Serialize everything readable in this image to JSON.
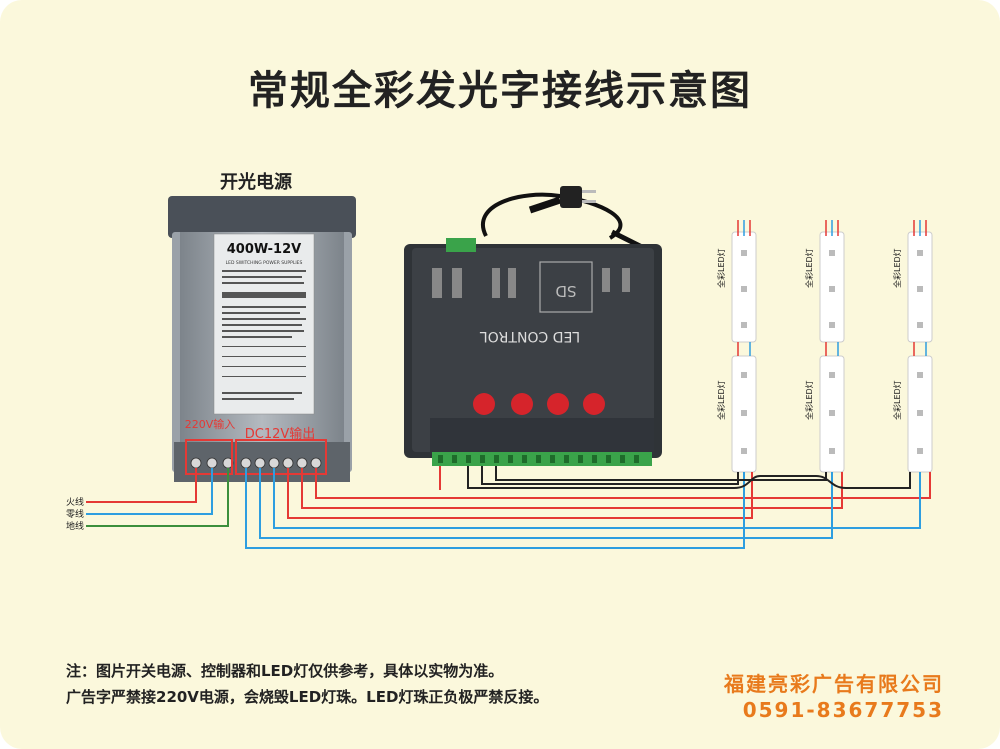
{
  "title": "常规全彩发光字接线示意图",
  "psu": {
    "label": "开光电源",
    "model": "400W-12V",
    "subtitle": "LED SWITCHING POWER SUPPLIES",
    "input_label": "220V输入",
    "output_label": "DC12V输出"
  },
  "controller": {
    "brand": "SD",
    "name": "LED CONTROL"
  },
  "wires": {
    "live": "火线",
    "neutral": "零线",
    "ground": "地线"
  },
  "strips": {
    "label": "全彩LED灯"
  },
  "notes": {
    "line1": "注：图片开关电源、控制器和LED灯仅供参考，具体以实物为准。",
    "line2": "广告字严禁接220V电源，会烧毁LED灯珠。LED灯珠正负极严禁反接。"
  },
  "company": {
    "name": "福建亮彩广告有限公司",
    "phone": "0591-83677753"
  },
  "colors": {
    "background": "#fbf8dc",
    "accent": "#e87a1c",
    "wire_red": "#e53935",
    "wire_blue": "#2e9ee0",
    "wire_black": "#222222",
    "wire_green": "#3c8f3c"
  }
}
